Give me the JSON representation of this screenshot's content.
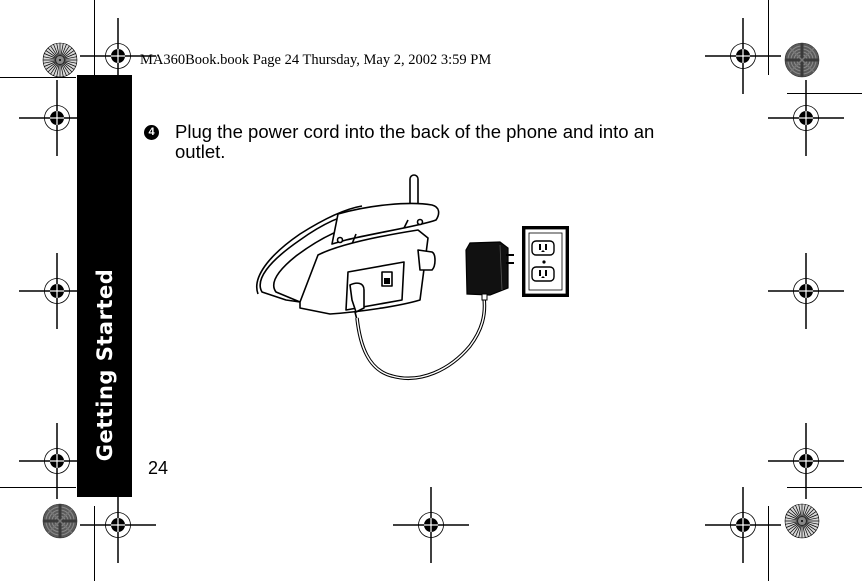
{
  "print_header": {
    "text": "MA360Book.book  Page 24  Thursday, May 2, 2002  3:59 PM"
  },
  "side_tab": {
    "label": "Getting Started",
    "color": "#000000"
  },
  "instruction": {
    "step_number": "4",
    "step_glyph": "❹",
    "text": "Plug the power cord into the back of the phone and into an outlet."
  },
  "illustration": {
    "description": "Phone base with antenna, power cord connected to AC adapter plugged into a duplex wall outlet",
    "icons": [
      "phone-base-icon",
      "power-adapter-icon",
      "wall-outlet-icon"
    ]
  },
  "page_number": "24",
  "print_marks": {
    "registration_marks": 8,
    "color_wheels": 4
  }
}
